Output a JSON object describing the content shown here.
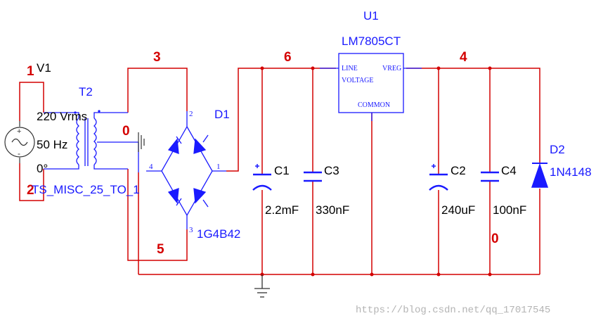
{
  "colors": {
    "wire": "#d40000",
    "component": "#1a1aff",
    "text_black": "#000000",
    "net_label": "#d40000",
    "watermark": "#b4b4b4"
  },
  "source": {
    "name": "V1",
    "voltage": "220 Vrms",
    "frequency": "50 Hz",
    "phase": "0°",
    "plus_sign": "+",
    "minus_sign": "-",
    "node_top": "1",
    "node_bottom": "2"
  },
  "transformer": {
    "name": "T2",
    "model": "TS_MISC_25_TO_1",
    "center_node": "0"
  },
  "bridge": {
    "name": "D1",
    "model": "1G4B42",
    "pins": [
      "2",
      "4",
      "1",
      "3"
    ]
  },
  "nets": {
    "n3": "3",
    "n5": "5",
    "n6": "6",
    "n4": "4",
    "n0": "0"
  },
  "regulator": {
    "name": "U1",
    "model": "LM7805CT",
    "pin_in_line1": "LINE",
    "pin_in_line2": "VOLTAGE",
    "pin_out": "VREG",
    "pin_common": "COMMON"
  },
  "capacitors": [
    {
      "name": "C1",
      "value": "2.2mF",
      "polar": true
    },
    {
      "name": "C3",
      "value": "330nF",
      "polar": false
    },
    {
      "name": "C2",
      "value": "240uF",
      "polar": true
    },
    {
      "name": "C4",
      "value": "100nF",
      "polar": false
    }
  ],
  "diode": {
    "name": "D2",
    "model": "1N4148"
  },
  "watermark": "https://blog.csdn.net/qq_17017545"
}
